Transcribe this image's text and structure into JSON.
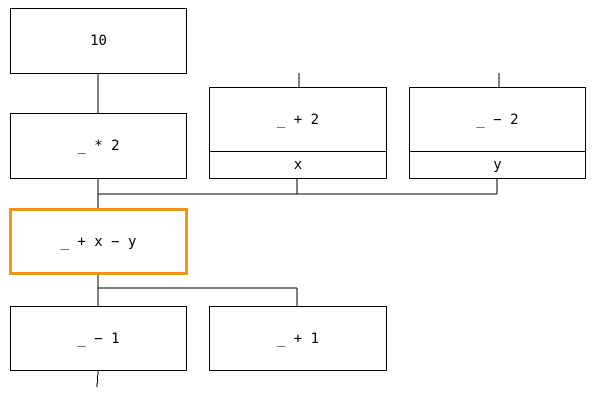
{
  "diagram": {
    "accent_color": "#f0960a",
    "nodes": [
      {
        "id": "n-10",
        "expression": "10",
        "selected": false
      },
      {
        "id": "n-times2",
        "expression": "_ * 2",
        "selected": false
      },
      {
        "id": "n-plus2",
        "expression": "_ + 2",
        "output_var": "x",
        "selected": false
      },
      {
        "id": "n-minus2",
        "expression": "_ − 2",
        "output_var": "y",
        "selected": false
      },
      {
        "id": "n-sum",
        "expression": "_ + x − y",
        "selected": true
      },
      {
        "id": "n-minus1",
        "expression": "_ − 1",
        "selected": false
      },
      {
        "id": "n-plus1",
        "expression": "_ + 1",
        "selected": false
      }
    ],
    "edges": [
      {
        "from": "n-10",
        "to": "n-times2"
      },
      {
        "from": "n-times2",
        "to": "n-sum"
      },
      {
        "from": "n-plus2",
        "to": "n-sum",
        "via": "x"
      },
      {
        "from": "n-minus2",
        "to": "n-sum",
        "via": "y"
      },
      {
        "from": "n-sum",
        "to": "n-minus1"
      },
      {
        "from": "n-sum",
        "to": "n-plus1"
      }
    ]
  }
}
